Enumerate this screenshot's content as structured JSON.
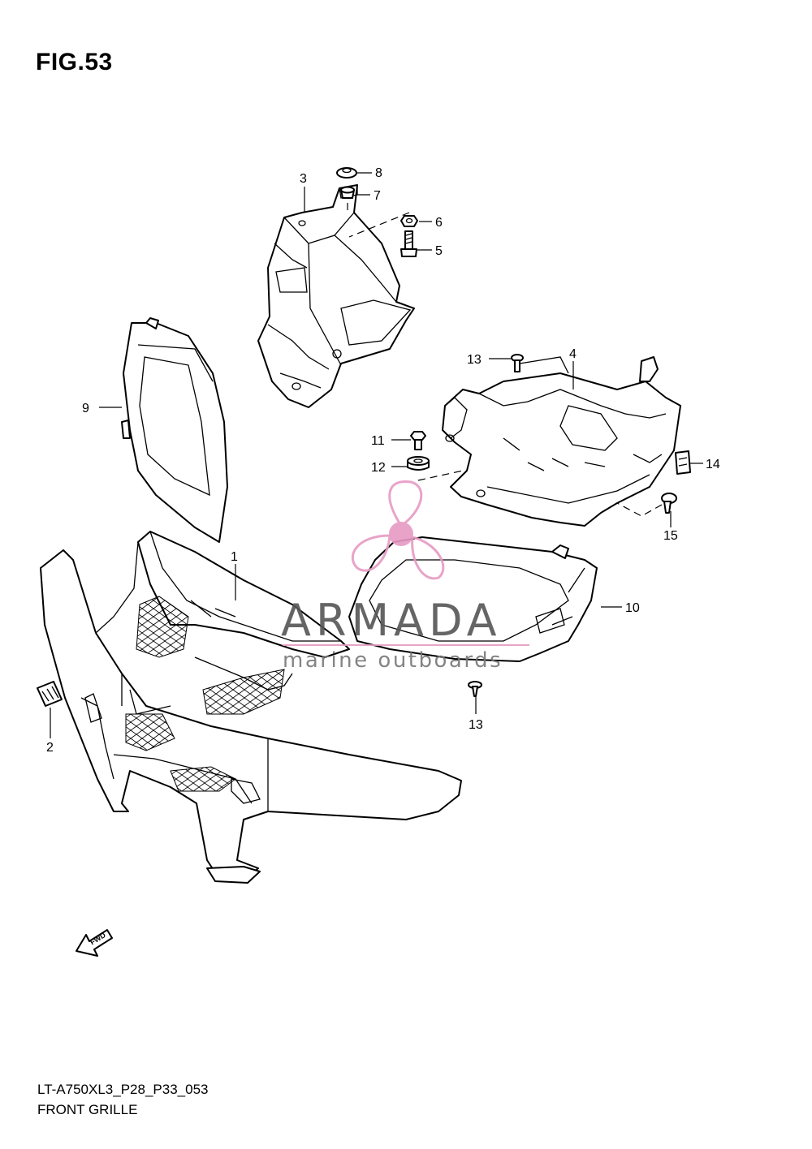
{
  "figure": {
    "title": "FIG.53"
  },
  "footer": {
    "model_code": "LT-A750XL3_P28_P33_053",
    "assembly_name": "FRONT GRILLE"
  },
  "callouts": [
    "1",
    "2",
    "3",
    "4",
    "5",
    "6",
    "7",
    "8",
    "9",
    "10",
    "11",
    "12",
    "13",
    "13",
    "14",
    "15"
  ],
  "watermark": {
    "brand": "ARMADA",
    "tagline": "marine outboards",
    "brand_color": "#555555",
    "logo_color": "#e79ac3"
  },
  "fwd_arrow": {
    "label": "FWD"
  }
}
